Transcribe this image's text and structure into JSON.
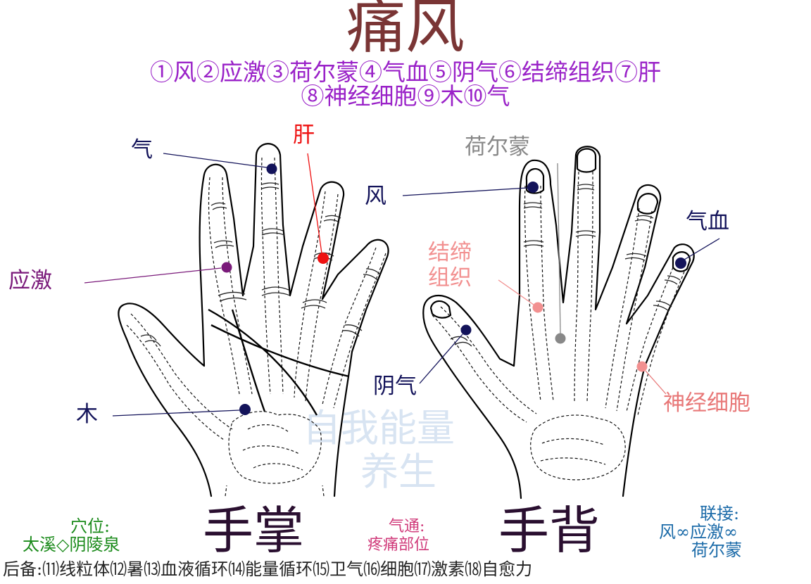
{
  "title": "痛风",
  "legend_line1": "①风②应激③荷尔蒙④气血⑤阴气⑥结缔组织⑦肝",
  "legend_line2": "⑧神经细胞⑨木⑩气",
  "palm": {
    "labels": {
      "qi": "气",
      "gan": "肝",
      "yingji": "应激",
      "mu": "木"
    },
    "caption": "手掌"
  },
  "back": {
    "labels": {
      "hormone": "荷尔蒙",
      "feng": "风",
      "qixue": "气血",
      "jiedi1": "结缔",
      "jiedi2": "组织",
      "yinqi": "阴气",
      "shenjing": "神经细胞"
    },
    "caption": "手背"
  },
  "acupoint": {
    "label": "穴位:",
    "value": "太溪◇阴陵泉"
  },
  "qitong": {
    "label": "气通:",
    "value": "疼痛部位"
  },
  "link": {
    "label": "联接:",
    "line1": "风∞应激∞",
    "line2": "荷尔蒙"
  },
  "watermark": {
    "line1": "自我能量",
    "line2": "养生"
  },
  "backup": "后备:⑾线粒体⑿暑⒀血液循环⒁能量循环⒂卫气⒃细胞⒄激素⒅自愈力",
  "colors": {
    "title": "#7a3535",
    "legend": "#9a22c8",
    "navy": "#13135a",
    "red": "#ee1111",
    "purple": "#7a1a7a",
    "gray": "#888888",
    "pink": "#f29090",
    "salmon": "#e87878"
  }
}
